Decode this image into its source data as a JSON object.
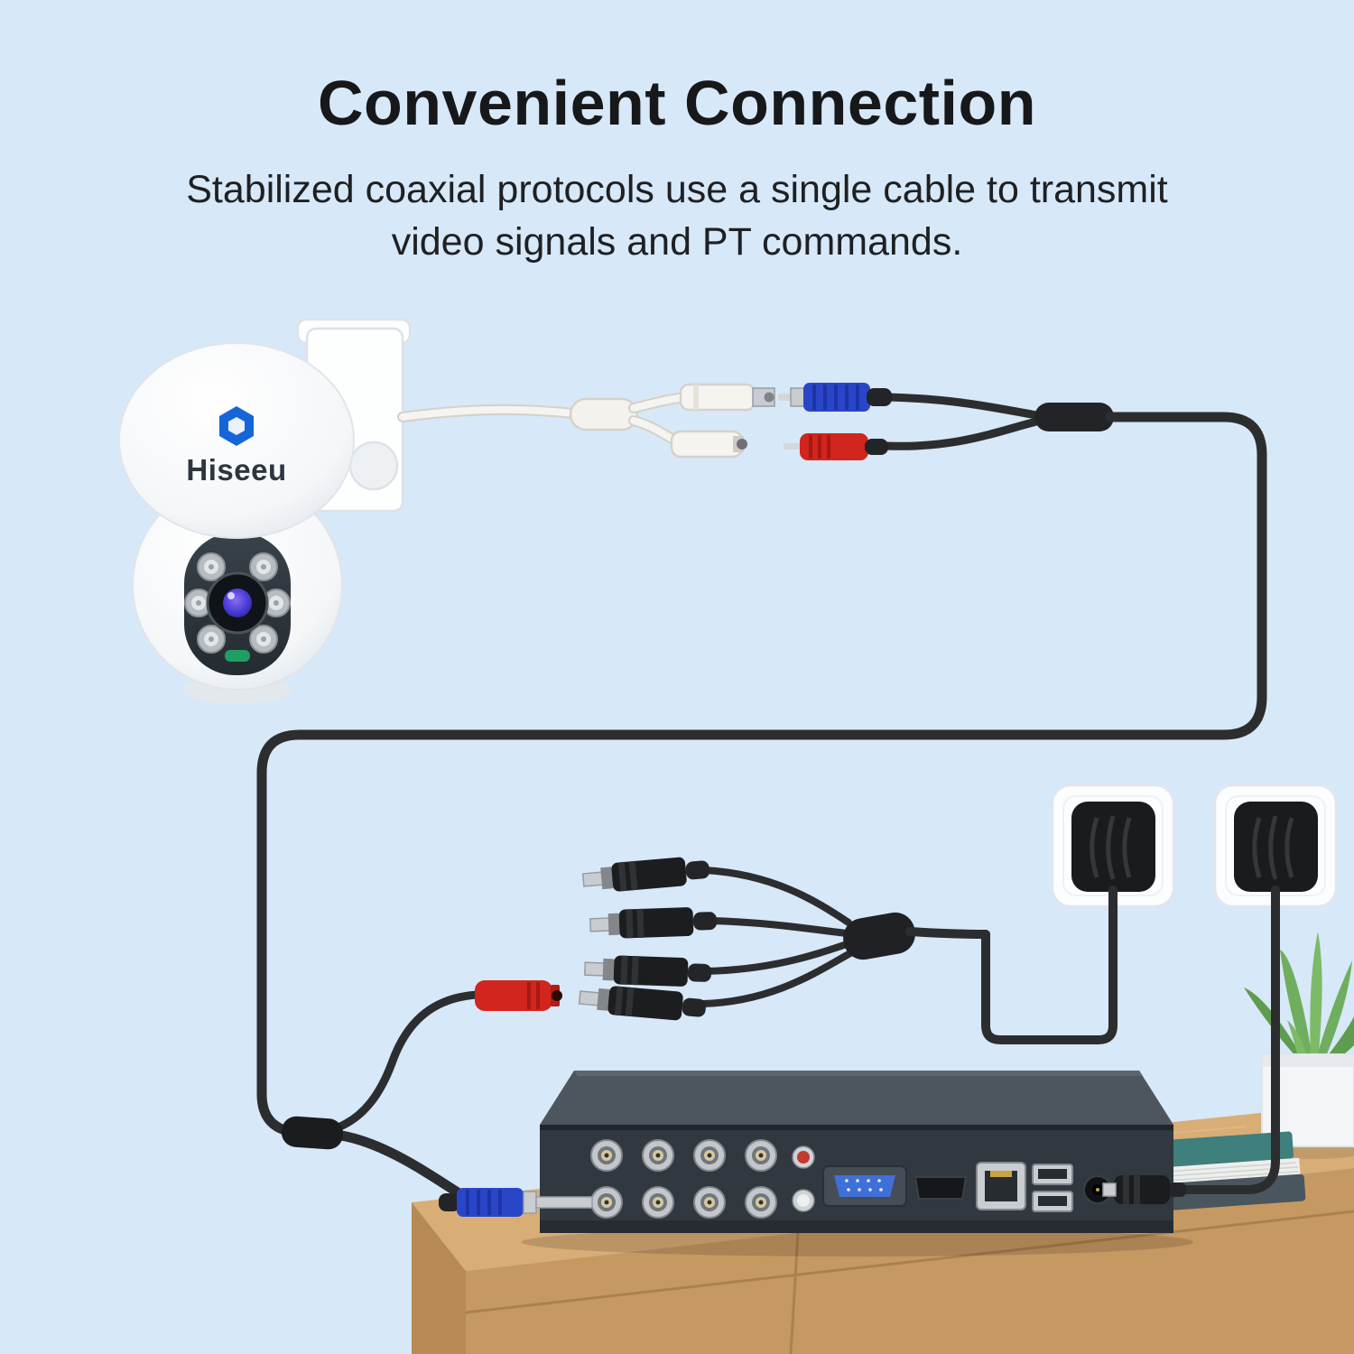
{
  "header": {
    "title": "Convenient Connection",
    "subtitle_line1": "Stabilized coaxial protocols use a single cable to transmit",
    "subtitle_line2": "video signals and PT commands."
  },
  "camera": {
    "brand": "Hiseeu"
  },
  "palette": {
    "page_bg": "#d7e8f8",
    "title_text": "#17181a",
    "body_text": "#1e2023",
    "cable_black": "#2c2d2f",
    "cable_white": "#f6f4f0",
    "bnc_blue": "#2a46c8",
    "dc_red": "#d2251d",
    "dvr_top": "#4d565e",
    "dvr_front": "#313840",
    "wood_top": "#d8ad76",
    "wood_front": "#c69962",
    "plant_green": "#6fae5e",
    "logo_blue": "#1565d8",
    "outlet_white": "#fcfdfe",
    "adapter_black": "#1a1b1d"
  }
}
